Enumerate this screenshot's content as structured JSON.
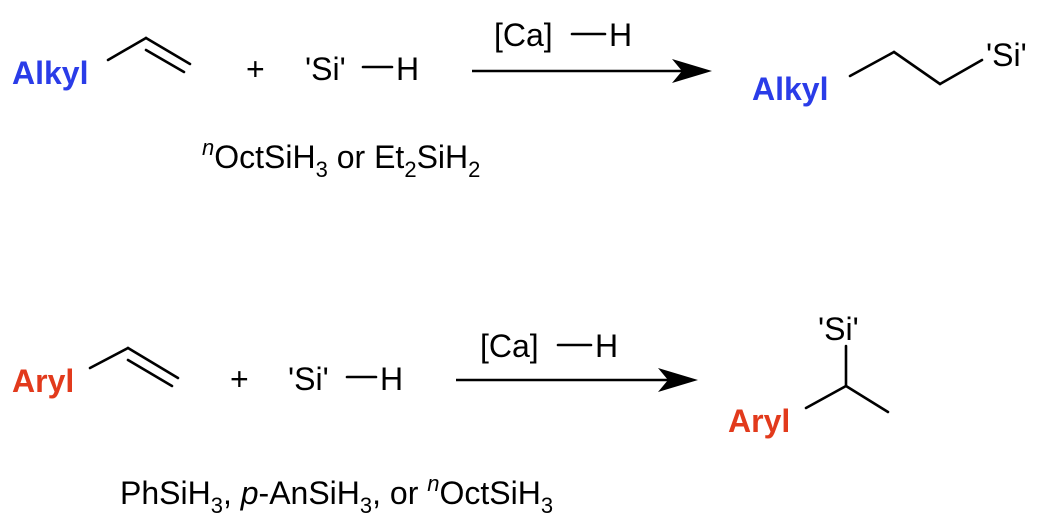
{
  "colors": {
    "alkyl": "#2a3ce8",
    "aryl": "#e23a1c",
    "ink": "#000000",
    "background": "#ffffff"
  },
  "reactions": [
    {
      "substrate_group": "Alkyl",
      "plus": "+",
      "silane": "'Si'",
      "hydride": "H",
      "catalyst_metal": "[Ca]",
      "catalyst_hydride": "H",
      "product_group": "Alkyl",
      "product_silyl": "'Si'",
      "conditions": [
        {
          "text": "n",
          "style": "italic-sup"
        },
        {
          "text": "OctSiH",
          "style": "normal"
        },
        {
          "text": "3",
          "style": "sub"
        },
        {
          "text": " or Et",
          "style": "normal"
        },
        {
          "text": "2",
          "style": "sub"
        },
        {
          "text": "SiH",
          "style": "normal"
        },
        {
          "text": "2",
          "style": "sub"
        }
      ]
    },
    {
      "substrate_group": "Aryl",
      "plus": "+",
      "silane": "'Si'",
      "hydride": "H",
      "catalyst_metal": "[Ca]",
      "catalyst_hydride": "H",
      "product_group": "Aryl",
      "product_silyl": "'Si'",
      "conditions": [
        {
          "text": "PhSiH",
          "style": "normal"
        },
        {
          "text": "3",
          "style": "sub"
        },
        {
          "text": ", ",
          "style": "normal"
        },
        {
          "text": "p",
          "style": "italic"
        },
        {
          "text": "-AnSiH",
          "style": "normal"
        },
        {
          "text": "3",
          "style": "sub"
        },
        {
          "text": ", or ",
          "style": "normal"
        },
        {
          "text": "n",
          "style": "italic-sup"
        },
        {
          "text": "OctSiH",
          "style": "normal"
        },
        {
          "text": "3",
          "style": "sub"
        }
      ]
    }
  ]
}
